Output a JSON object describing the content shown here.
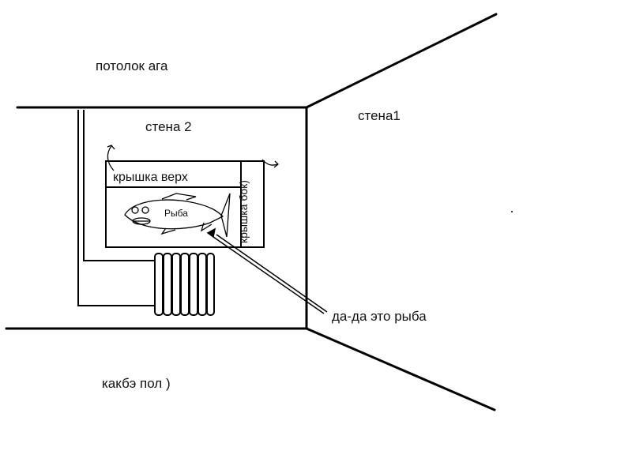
{
  "labels": {
    "ceiling": "потолок ага",
    "wall_1": "стена1",
    "wall_2": "стена 2",
    "floor": "какбэ пол )",
    "lid_top": "крышка верх",
    "lid_side": "крышка бок)",
    "fish_name": "Рыба",
    "fish_callout": "да-да это рыба"
  }
}
